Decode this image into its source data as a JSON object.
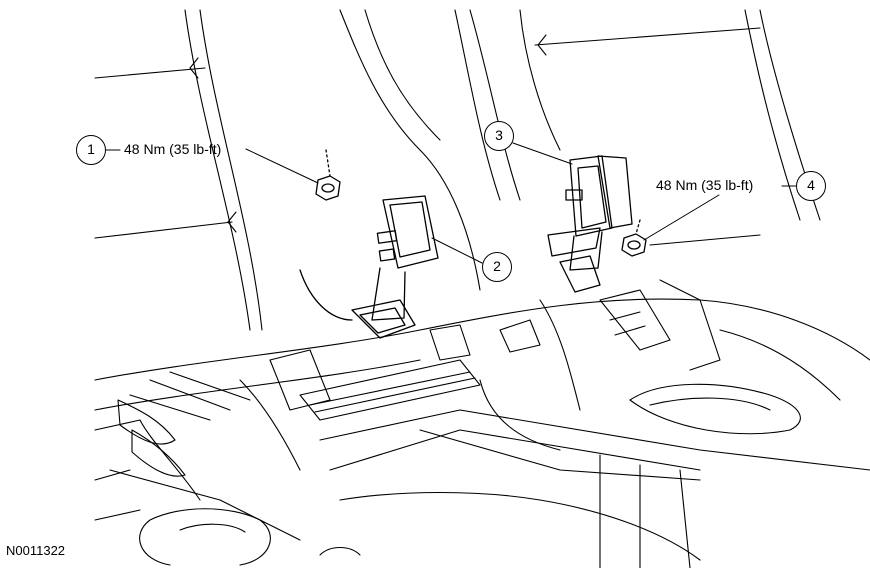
{
  "callouts": [
    {
      "number": "1",
      "torque": "48 Nm (35 lb-ft)"
    },
    {
      "number": "2"
    },
    {
      "number": "3"
    },
    {
      "number": "4",
      "torque": "48 Nm (35 lb-ft)"
    }
  ],
  "figure_id": "N0011322",
  "colors": {
    "line": "#000000",
    "background": "#ffffff"
  }
}
